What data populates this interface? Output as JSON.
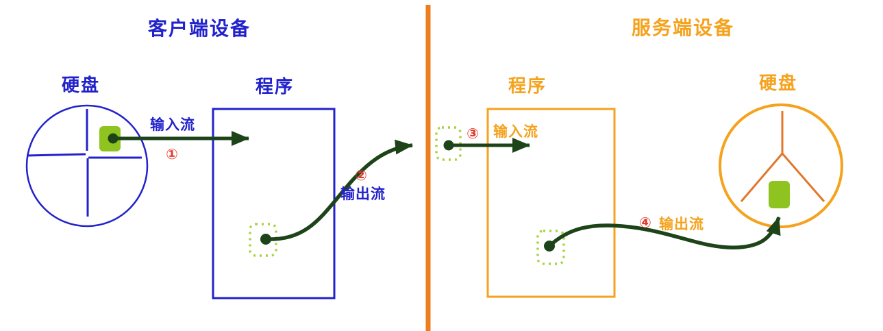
{
  "client": {
    "title": "客户端设备",
    "disk_label": "硬盘",
    "program_label": "程序",
    "input_stream": {
      "label": "输入流",
      "number": "①"
    },
    "output_stream": {
      "label": "输出流",
      "number": "②"
    }
  },
  "server": {
    "title": "服务端设备",
    "program_label": "程序",
    "disk_label": "硬盘",
    "input_stream": {
      "label": "输入流",
      "number": "③"
    },
    "output_stream": {
      "label": "输出流",
      "number": "④"
    }
  },
  "colors": {
    "blue": "#2222cc",
    "orange": "#f5a21d",
    "orange-dark": "#e2762a",
    "divider-orange": "#ee7d1f",
    "dark-green": "#1d4418",
    "light-green": "#a9d243",
    "square-green": "#8fc31f",
    "red": "#e23a2c"
  }
}
